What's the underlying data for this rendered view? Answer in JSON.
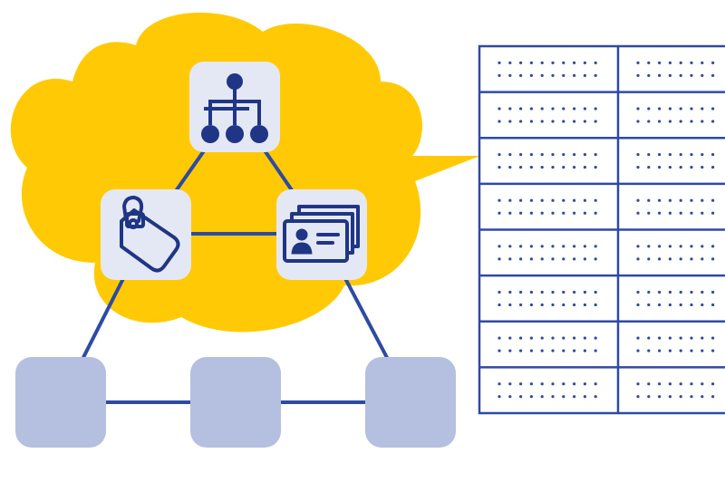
{
  "colors": {
    "cloud": "#FFCA05",
    "node_fill": "#E4E8F5",
    "grey_node": "#B5BFE0",
    "line": "#2E4AA3",
    "icon": "#1F3585",
    "table_border": "#2E4AA3",
    "dots": "#2E4AA3",
    "background": "#FFFFFF"
  },
  "nodes": {
    "top": {
      "icon": "org-chart-icon"
    },
    "left": {
      "icon": "tag-lock-icon"
    },
    "right": {
      "icon": "id-cards-icon"
    },
    "bottom": [
      "grey-node",
      "grey-node",
      "grey-node"
    ]
  },
  "table": {
    "columns": 2,
    "rows": 8,
    "cell_content": "dotted-placeholder"
  }
}
